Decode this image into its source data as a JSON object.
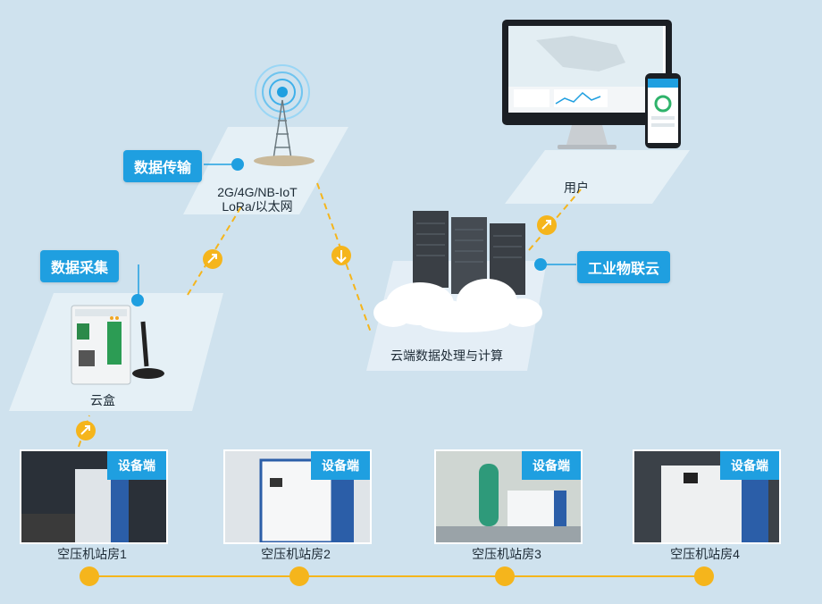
{
  "tags": {
    "data_transmission": "数据传输",
    "data_collection": "数据采集",
    "iiot_cloud": "工业物联云"
  },
  "labels": {
    "network_line1": "2G/4G/NB-IoT",
    "network_line2": "LoRa/以太网",
    "cloud_box": "云盒",
    "cloud_processing": "云端数据处理与计算",
    "user": "用户"
  },
  "equipment": {
    "tag": "设备端",
    "rooms": [
      "空压机站房1",
      "空压机站房2",
      "空压机站房3",
      "空压机站房4"
    ]
  },
  "colors": {
    "accent": "#1f9fe0",
    "dashed_line": "#f5b51c",
    "background": "#cfe2ee"
  }
}
